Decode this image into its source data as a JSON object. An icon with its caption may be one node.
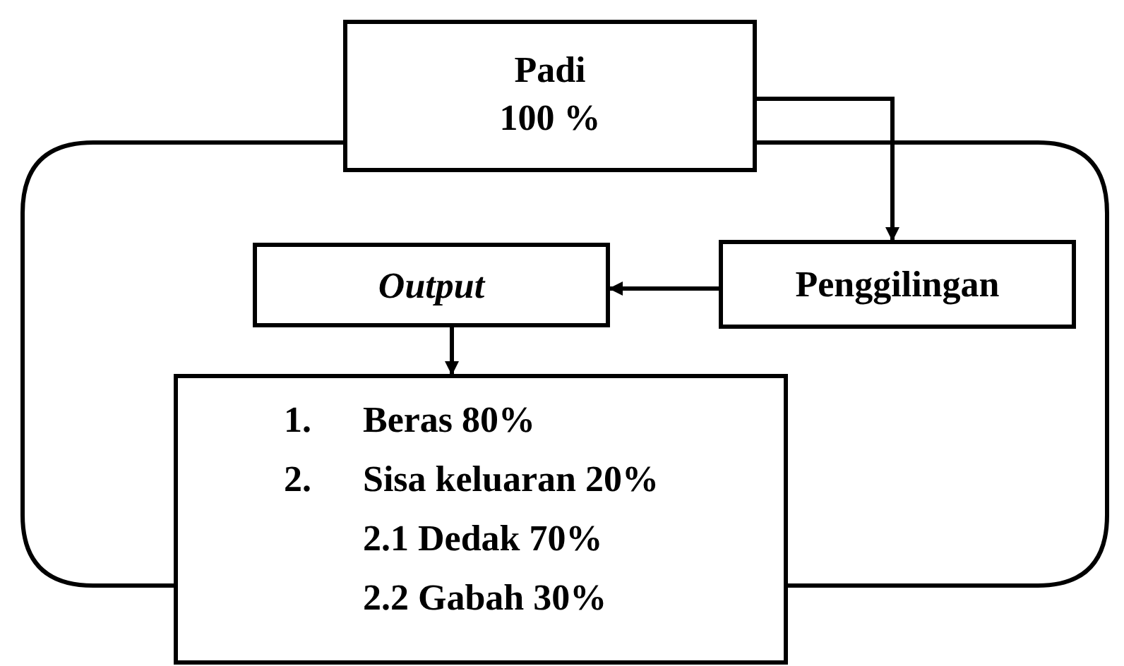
{
  "diagram": {
    "nodes": [
      {
        "text": [
          "Padi",
          "100 %"
        ]
      },
      {
        "text": [
          "Penggilingan"
        ]
      },
      {
        "text": [
          "Output"
        ]
      },
      {
        "text": [
          "1.",
          "Beras 80%",
          "2.",
          "Sisa keluaran 20%",
          "2.1 Dedak 70%",
          "2.2 Gabah 30%"
        ]
      }
    ],
    "edges": [
      {
        "from": 0,
        "to": 1,
        "arrow": "to"
      },
      {
        "from": 1,
        "to": 2,
        "arrow": "to"
      },
      {
        "from": 2,
        "to": 3,
        "arrow": "to"
      },
      {
        "from": 0,
        "to": 3,
        "arrow": "none"
      },
      {
        "from": 0,
        "to": 3,
        "arrow": "none"
      }
    ]
  }
}
